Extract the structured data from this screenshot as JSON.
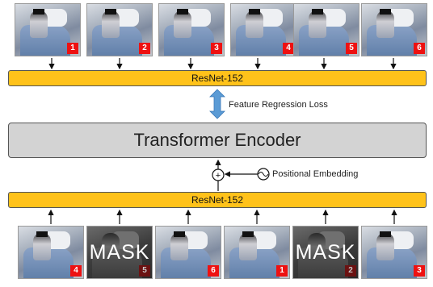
{
  "top_frames": [
    {
      "number": "1"
    },
    {
      "number": "2"
    },
    {
      "number": "3"
    },
    {
      "number": "4"
    },
    {
      "number": "5"
    },
    {
      "number": "6"
    }
  ],
  "bottom_frames": [
    {
      "number": "4",
      "masked": false
    },
    {
      "number": "5",
      "masked": true,
      "mask_label": "MASK"
    },
    {
      "number": "6",
      "masked": false
    },
    {
      "number": "1",
      "masked": false
    },
    {
      "number": "2",
      "masked": true,
      "mask_label": "MASK"
    },
    {
      "number": "3",
      "masked": false
    }
  ],
  "top_backbone": {
    "label": "ResNet-152"
  },
  "bottom_backbone": {
    "label": "ResNet-152"
  },
  "encoder": {
    "label": "Transformer Encoder"
  },
  "loss": {
    "label": "Feature Regression Loss"
  },
  "positional": {
    "label": "Positional Embedding",
    "operator": "+"
  },
  "colors": {
    "backbone": "#ffc21a",
    "encoder": "#d3d3d3",
    "loss_arrow": "#5b9bd5",
    "badge": "#ee1111"
  }
}
